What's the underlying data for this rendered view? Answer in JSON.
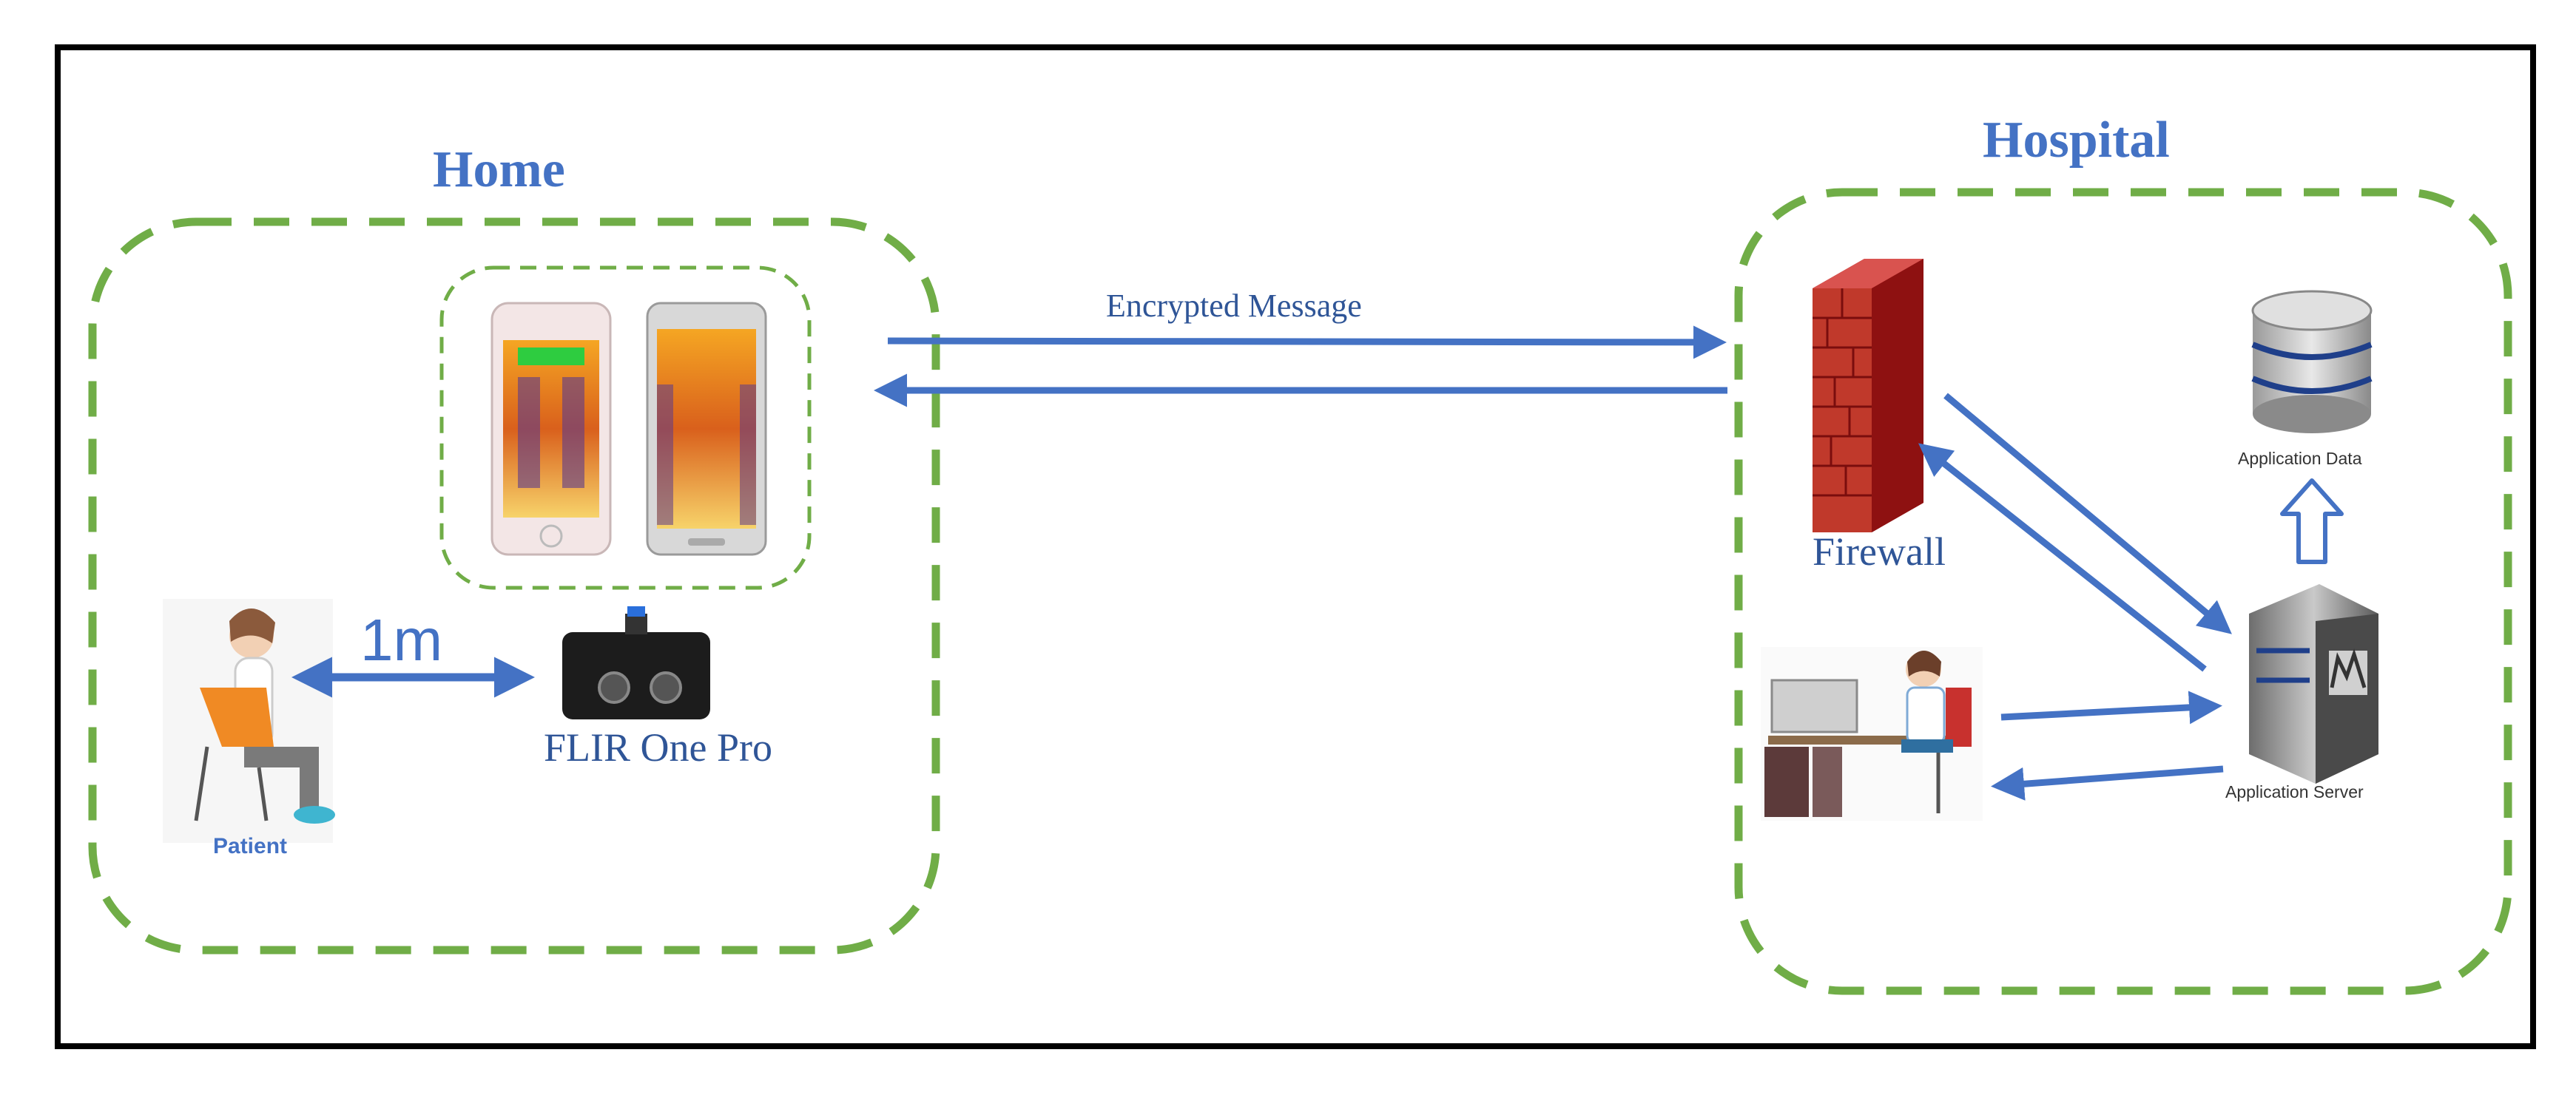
{
  "home": {
    "title": "Home",
    "distance": "1m",
    "patient_label": "Patient",
    "camera_label": "FLIR One Pro"
  },
  "link": {
    "message_label": "Encrypted Message"
  },
  "hospital": {
    "title": "Hospital",
    "firewall_label": "Firewall",
    "database_label": "Application Data",
    "server_label": "Application Server"
  },
  "colors": {
    "accent": "#4472c4",
    "zone_border": "#70ad47",
    "frame": "#000000",
    "firewall": "#c00000"
  },
  "icons": [
    "patient-icon",
    "smartphone-icon",
    "thermal-camera-icon",
    "firewall-icon",
    "database-icon",
    "up-arrow-icon",
    "server-icon",
    "doctor-icon"
  ]
}
